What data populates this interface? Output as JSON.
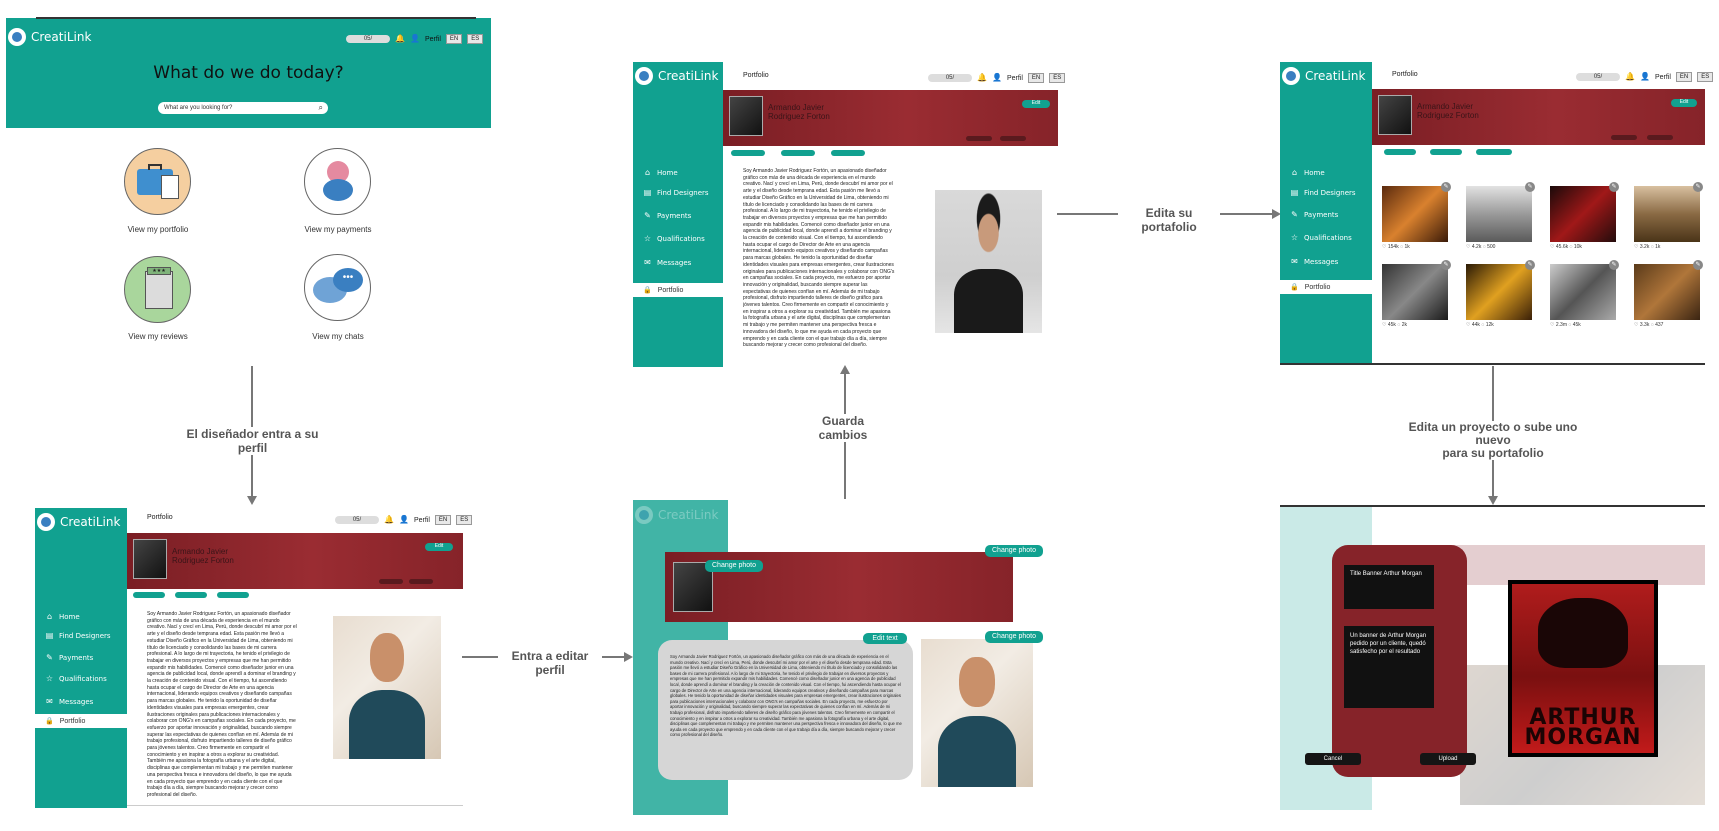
{
  "flow_labels": {
    "enter_profile": "El diseñador entra a su perfil",
    "enter_edit": "Entra a editar perfil",
    "save_changes": "Guarda cambios",
    "edit_portfolio": "Edita su portafolio",
    "edit_project_1": "Edita un proyecto o sube uno nuevo",
    "edit_project_2": "para su portafolio"
  },
  "brand": {
    "name": "CreatiLink"
  },
  "topbar": {
    "search_value": "05/",
    "profile": "Perfil",
    "lang_en": "EN",
    "lang_es": "ES"
  },
  "home": {
    "heading": "What do we do today?",
    "search_placeholder": "What are you looking for?",
    "tiles": [
      {
        "label": "View my portfolio",
        "icon": "briefcase-icon"
      },
      {
        "label": "View my payments",
        "icon": "payment-icon"
      },
      {
        "label": "View my reviews",
        "icon": "reviews-icon"
      },
      {
        "label": "View my chats",
        "icon": "chat-icon"
      }
    ]
  },
  "sidebar": {
    "items": [
      "Home",
      "Find Designers",
      "Payments",
      "Qualifications",
      "Messages"
    ],
    "active": "Portfolio"
  },
  "profile": {
    "page_title": "Portfolio",
    "name_line1": "Armando Javier",
    "name_line2": "Rodriguez Forton",
    "edit": "Edit",
    "bio": "Soy Armando Javier Rodriguez Fortón, un apasionado diseñador gráfico con más de una década de experiencia en el mundo creativo. Nací y crecí en Lima, Perú, donde descubrí mi amor por el arte y el diseño desde temprana edad. Esta pasión me llevó a estudiar Diseño Gráfico en la Universidad de Lima, obteniendo mi título de licenciado y consolidando las bases de mi carrera profesional. A lo largo de mi trayectoria, he tenido el privilegio de trabajar en diversos proyectos y empresas que me han permitido expandir mis habilidades. Comencé como diseñador junior en una agencia de publicidad local, donde aprendí a dominar el branding y la creación de contenido visual. Con el tiempo, fui ascendiendo hasta ocupar el cargo de Director de Arte en una agencia internacional, liderando equipos creativos y diseñando campañas para marcas globales. He tenido la oportunidad de diseñar identidades visuales para empresas emergentes, crear ilustraciones originales para publicaciones internacionales y colaborar con ONG's en campañas sociales. En cada proyecto, me esfuerzo por aportar innovación y originalidad, buscando siempre superar las expectativas de quienes confían en mí. Además de mi trabajo profesional, disfruto impartiendo talleres de diseño gráfico para jóvenes talentos. Creo firmemente en compartir el conocimiento y en inspirar a otros a explorar su creatividad. También me apasiona la fotografía urbana y el arte digital, disciplinas que complementan mi trabajo y me permiten mantener una perspectiva fresca e innovadora del diseño, lo que me ayuda en cada proyecto que emprendo y en cada cliente con el que trabajo día a día, siempre buscando mejorar y crecer como profesional del diseño."
  },
  "edit_mode": {
    "change_photo": "Change photo",
    "edit_text": "Edit text"
  },
  "upload_modal": {
    "title_value": "Title Banner Arthur Morgan",
    "description_value": "Un banner de Arthur Morgan pedido por un cliente, quedó satisfecho por el resultado",
    "cancel": "Cancel",
    "upload": "Upload",
    "poster_line1": "ARTHUR",
    "poster_line2": "MORGAN"
  },
  "gallery": [
    {
      "likes": "154k",
      "comments": "1k"
    },
    {
      "likes": "4.2k",
      "comments": "500"
    },
    {
      "likes": "45.6k",
      "comments": "10k"
    },
    {
      "likes": "3.2k",
      "comments": "1k"
    },
    {
      "likes": "45k",
      "comments": "2k"
    },
    {
      "likes": "44k",
      "comments": "12k"
    },
    {
      "likes": "2.3m",
      "comments": "45k"
    },
    {
      "likes": "3.3k",
      "comments": "437"
    }
  ],
  "colors": {
    "teal": "#11a190",
    "banner": "#862329",
    "arrow": "#777777"
  }
}
